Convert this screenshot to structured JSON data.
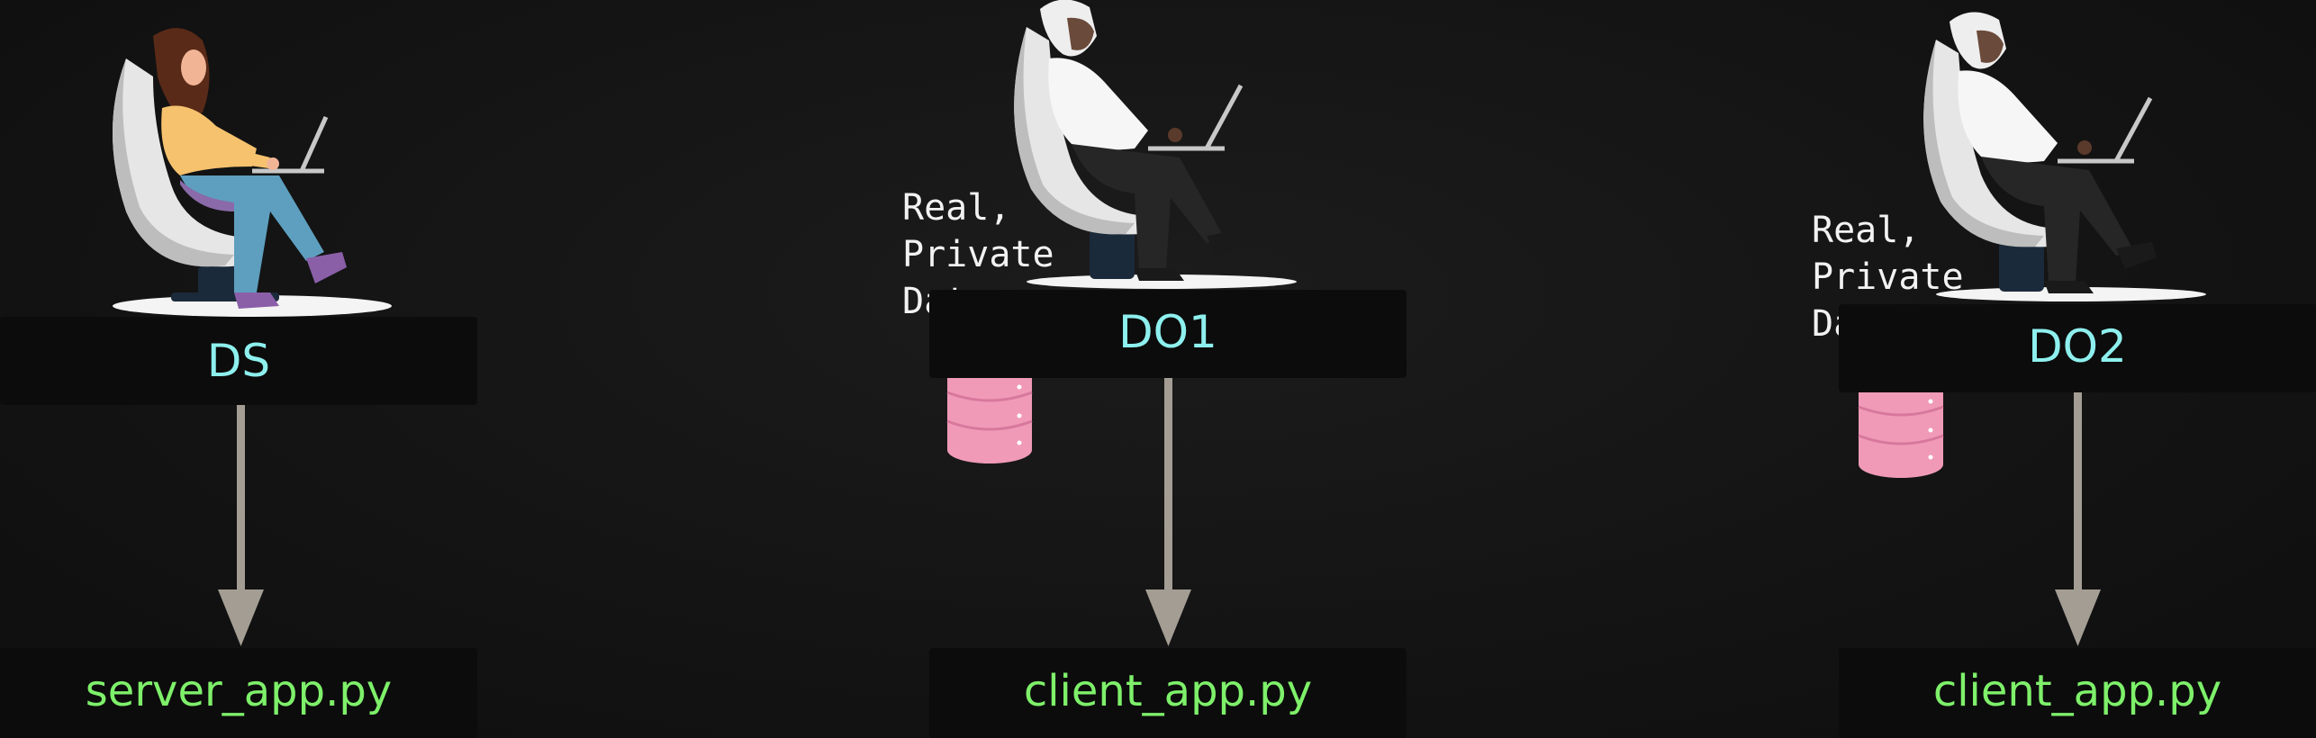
{
  "roles": {
    "ds": "DS",
    "do1": "DO1",
    "do2": "DO2"
  },
  "files": {
    "server": "server_app.py",
    "client1": "client_app.py",
    "client2": "client_app.py"
  },
  "data_labels": {
    "do1": "Real,\nPrivate\nData",
    "do2": "Real,\nPrivate\nData"
  },
  "colors": {
    "role_text": "#8ef0ee",
    "file_text": "#7ef06a",
    "arrow": "#a39d94",
    "database": "#f09ab8"
  },
  "icons": [
    "person-woman-laptop-icon",
    "person-man-laptop-icon",
    "database-icon",
    "arrow-down-icon"
  ]
}
